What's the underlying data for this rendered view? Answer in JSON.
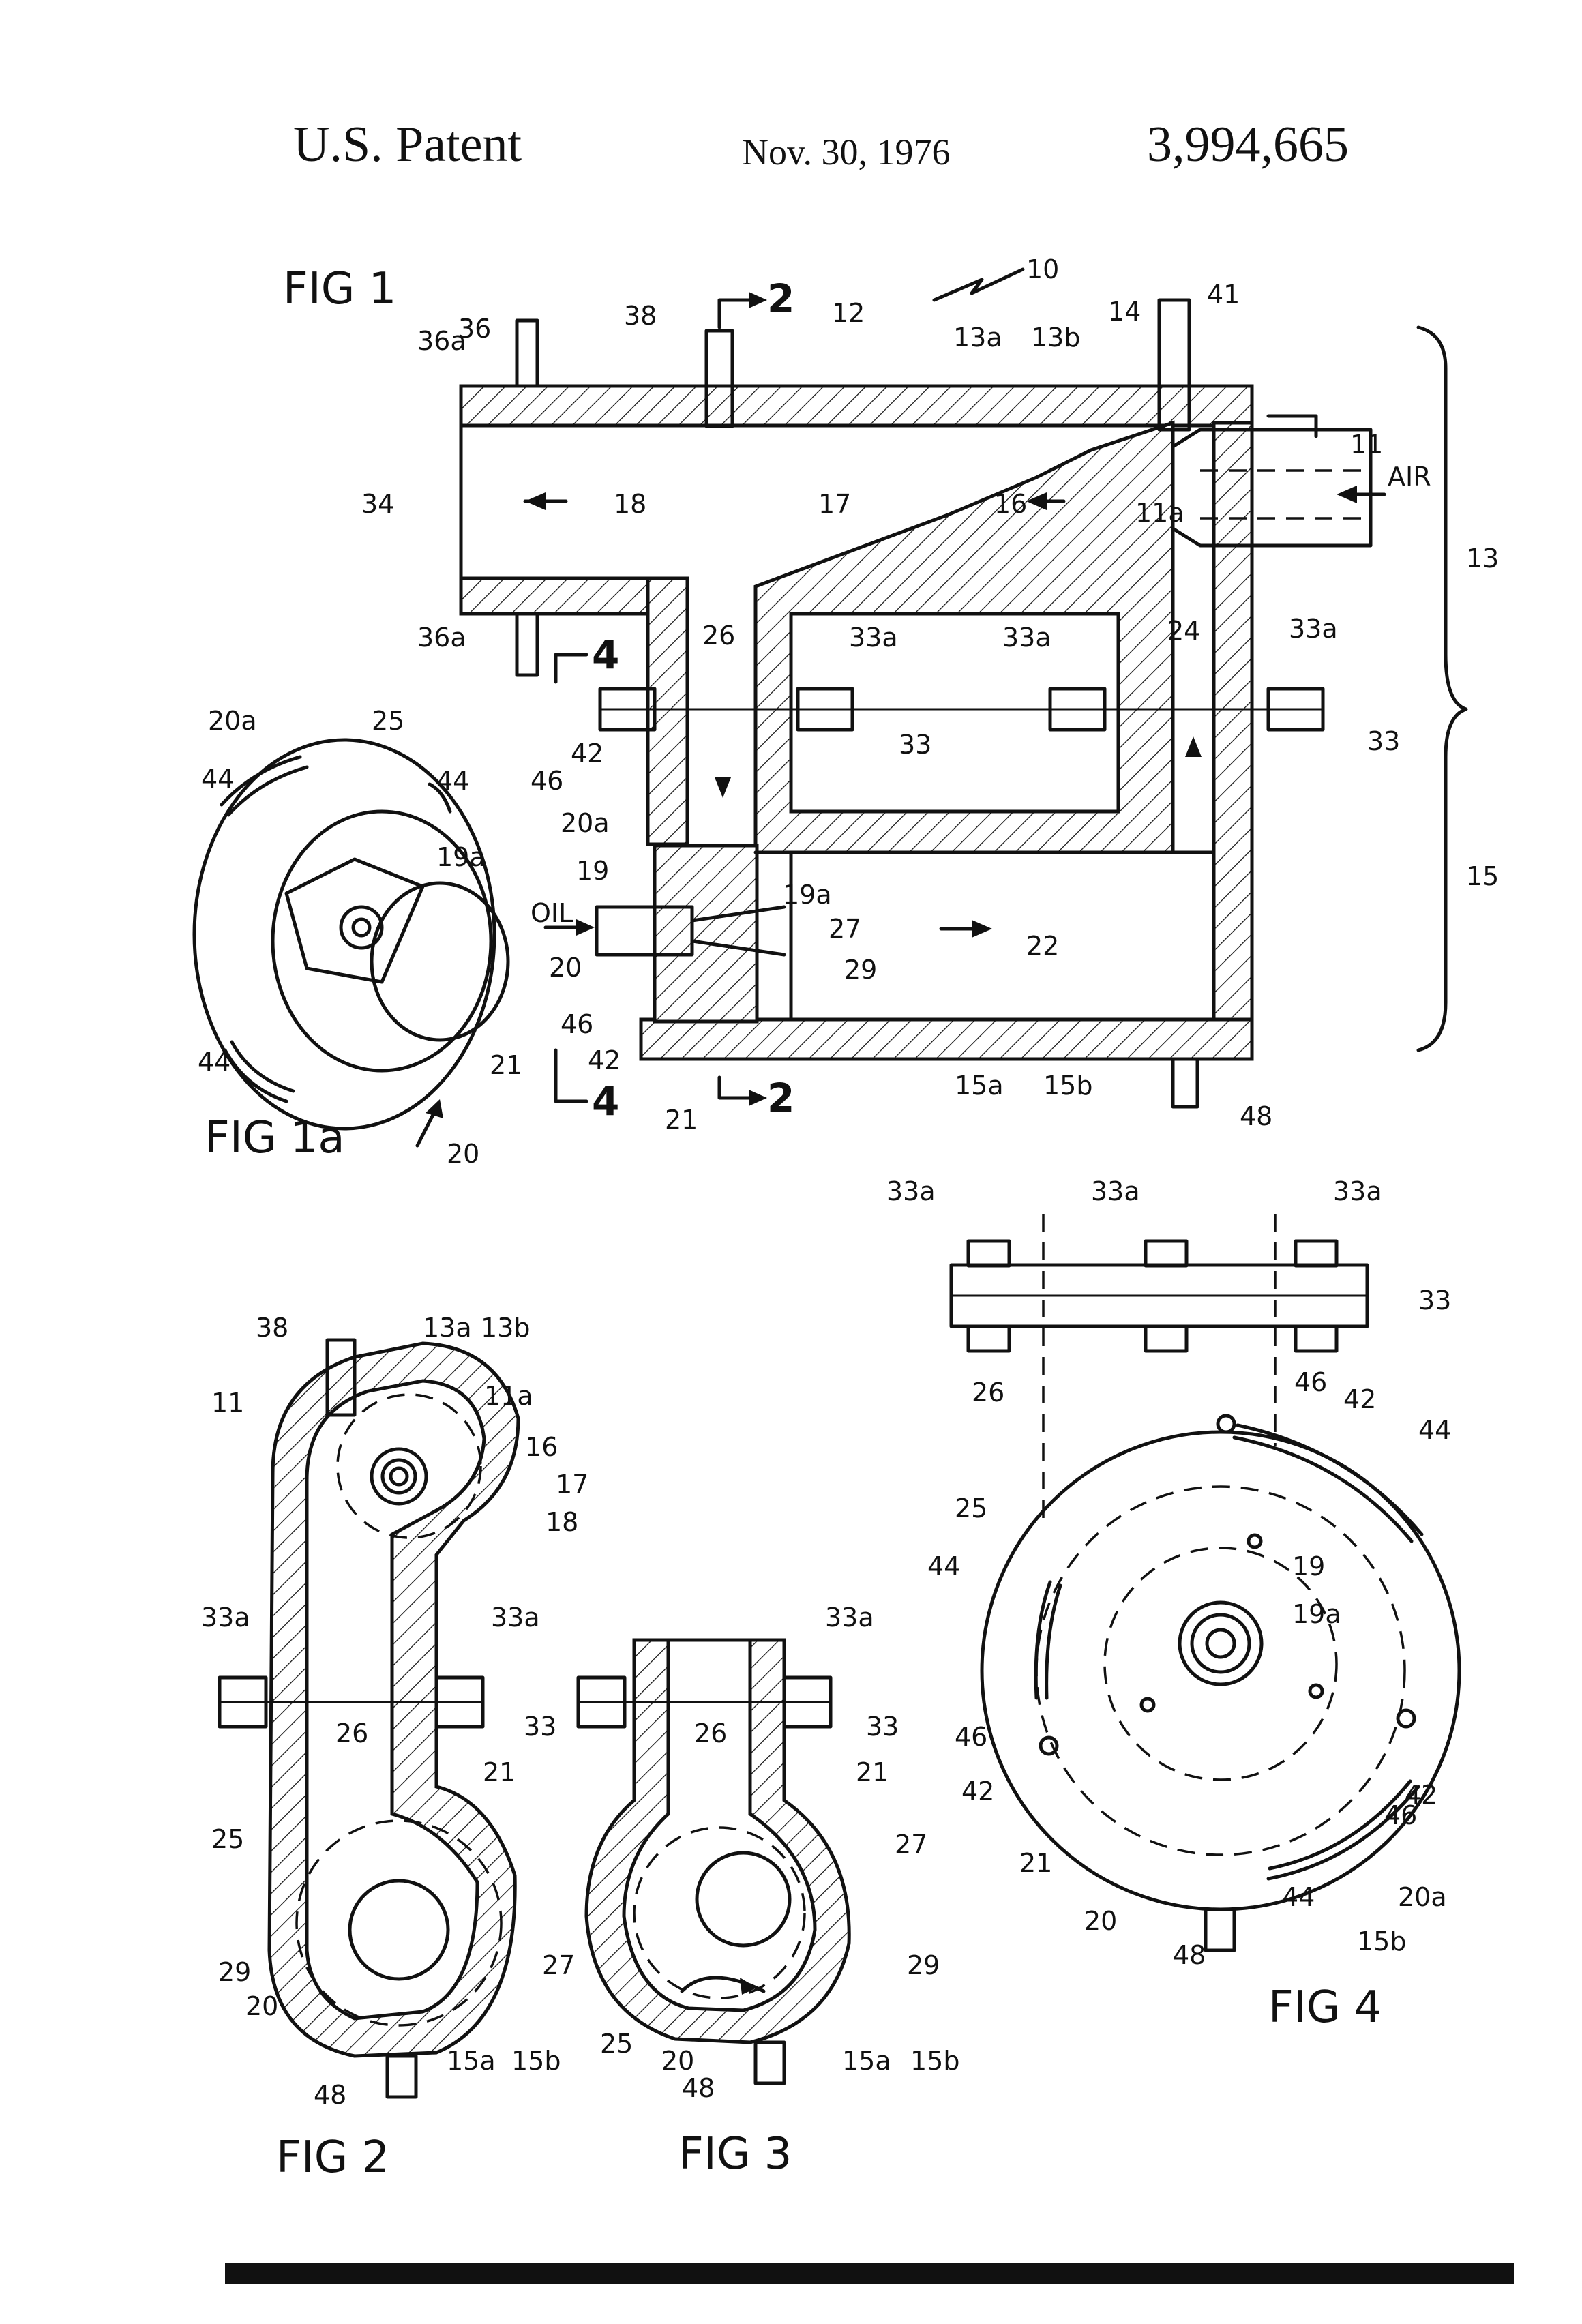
{
  "header": {
    "left": "U.S. Patent",
    "date": "Nov. 30, 1976",
    "patent_number": "3,994,665"
  },
  "figures": {
    "fig1": "FIG 1",
    "fig1a": "FIG 1a",
    "fig2": "FIG 2",
    "fig3": "FIG 3",
    "fig4": "FIG 4"
  },
  "section_marks": {
    "two": "2",
    "four": "4"
  },
  "labels": {
    "n10": "10",
    "n11": "11",
    "n11a": "11a",
    "n12": "12",
    "n13": "13",
    "n13a": "13a",
    "n13b": "13b",
    "n14": "14",
    "n15": "15",
    "n15a": "15a",
    "n15b": "15b",
    "n16": "16",
    "n17": "17",
    "n18": "18",
    "n19": "19",
    "n19a": "19a",
    "n20": "20",
    "n20a": "20a",
    "n21": "21",
    "n22": "22",
    "n24": "24",
    "n25": "25",
    "n26": "26",
    "n27": "27",
    "n29": "29",
    "n33": "33",
    "n33a": "33a",
    "n34": "34",
    "n36": "36",
    "n36a": "36a",
    "n38": "38",
    "n41": "41",
    "n42": "42",
    "n44": "44",
    "n46": "46",
    "n48": "48",
    "air": "AIR",
    "oil": "OIL"
  }
}
